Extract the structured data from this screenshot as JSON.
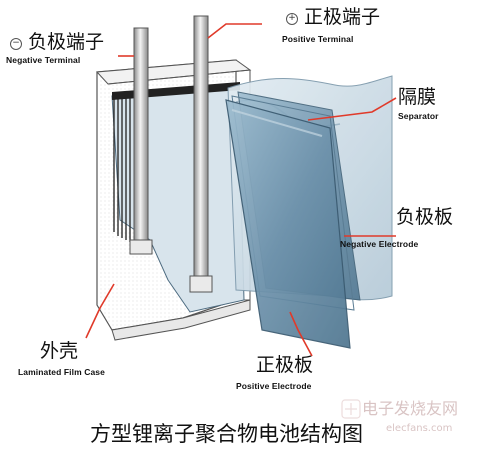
{
  "labels": {
    "negative_terminal_cn": "负极端子",
    "negative_terminal_en": "Negative Terminal",
    "positive_terminal_cn": "正极端子",
    "positive_terminal_en": "Positive Terminal",
    "separator_cn": "隔膜",
    "separator_en": "Separator",
    "negative_electrode_cn": "负极板",
    "negative_electrode_en": "Negative Electrode",
    "positive_electrode_cn": "正极板",
    "positive_electrode_en": "Positive Electrode",
    "film_case_cn": "外壳",
    "film_case_en": "Laminated Film Case"
  },
  "symbols": {
    "negative": "−",
    "positive": "+"
  },
  "caption": "方型锂离子聚合物电池结构图",
  "watermark": {
    "text": "电子发烧友网",
    "url": "elecfans.com"
  },
  "colors": {
    "leader_line": "#e03a2a",
    "sheet_blue": "#6f93ac",
    "separator_blue": "#c9dbe6",
    "case_outline": "#555555"
  }
}
